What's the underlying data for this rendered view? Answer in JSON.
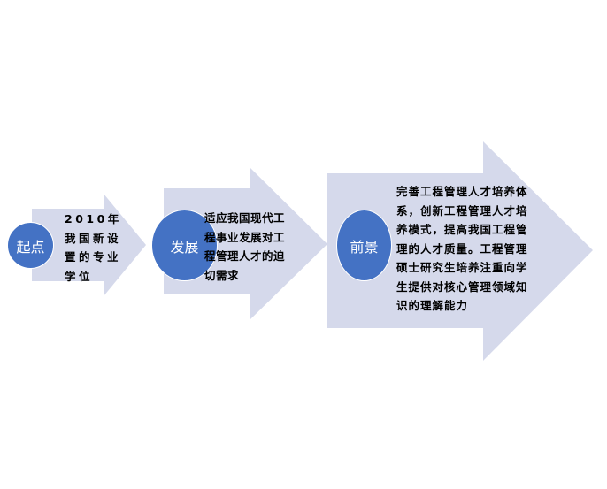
{
  "colors": {
    "arrow_fill": "#d5d9eb",
    "circle_fill": "#4472c4",
    "circle_text": "#ffffff",
    "body_text": "#000000"
  },
  "stages": [
    {
      "label": "起点",
      "text": "2010年我国新设置的专业学位"
    },
    {
      "label": "发展",
      "text": "适应我国现代工程事业发展对工程管理人才的迫切需求"
    },
    {
      "label": "前景",
      "text": "完善工程管理人才培养体系，创新工程管理人才培养模式，提高我国工程管理的人才质量。工程管理硕士研究生培养注重向学生提供对核心管理领域知识的理解能力"
    }
  ]
}
